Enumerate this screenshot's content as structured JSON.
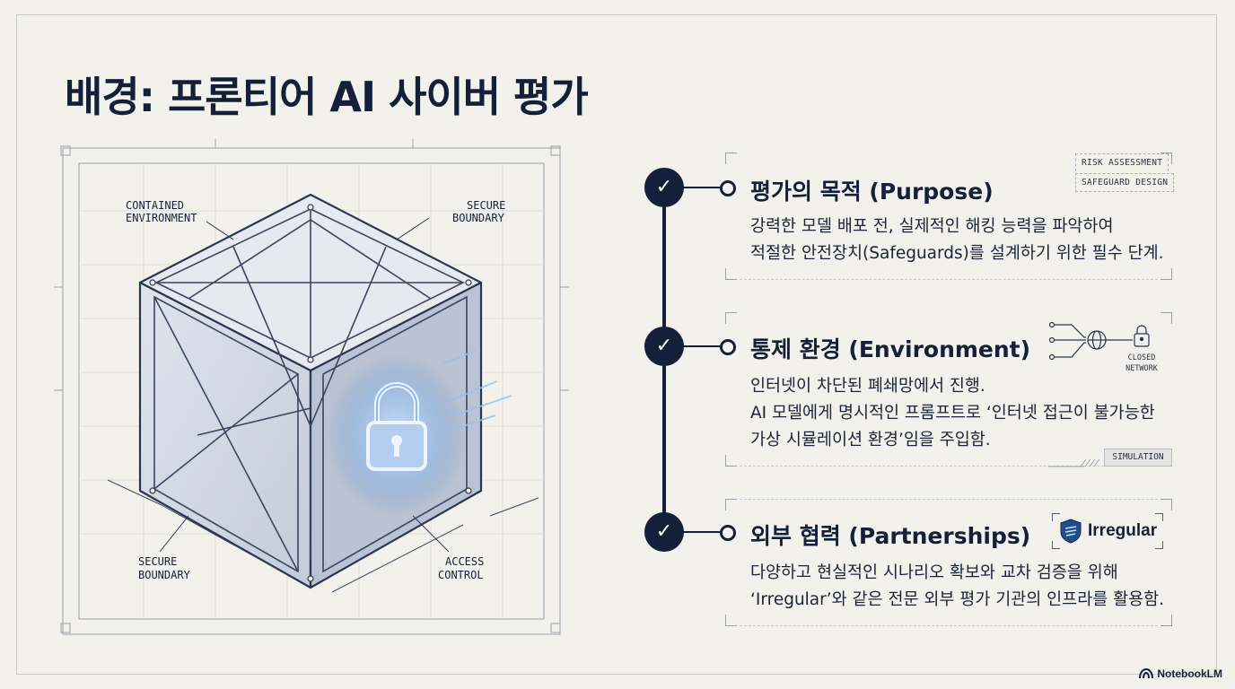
{
  "title": "배경: 프론티어 AI 사이버 평가",
  "illustration": {
    "labels": {
      "contained_line1": "CONTAINED",
      "contained_line2": "ENVIRONMENT",
      "secure_top_line1": "SECURE",
      "secure_top_line2": "BOUNDARY",
      "secure_bottom_line1": "SECURE",
      "secure_bottom_line2": "BOUNDARY",
      "access_line1": "ACCESS",
      "access_line2": "CONTROL"
    }
  },
  "items": [
    {
      "title": "평가의 목적 (Purpose)",
      "body_line1": "강력한 모델 배포 전, 실제적인 해킹 능력을 파악하여",
      "body_line2": "적절한 안전장치(Safeguards)를 설계하기 위한 필수 단계.",
      "tags": [
        "RISK ASSESSMENT",
        "SAFEGUARD DESIGN"
      ]
    },
    {
      "title": "통제 환경 (Environment)",
      "body_line1": "인터넷이 차단된 폐쇄망에서 진행.",
      "body_line2": "AI 모델에게 명시적인 프롬프트로 ‘인터넷 접근이 불가능한",
      "body_line3": "가상 시뮬레이션 환경’임을 주입함.",
      "network_label_line1": "CLOSED",
      "network_label_line2": "NETWORK",
      "sim_tag": "SIMULATION"
    },
    {
      "title": "외부 협력 (Partnerships)",
      "body_line1": "다양하고 현실적인 시나리오 확보와 교차 검증을 위해",
      "body_line2": "‘Irregular’와 같은 전문 외부 평가 기관의 인프라를 활용함.",
      "partner_logo": "Irregular"
    }
  ],
  "brand": "NotebookLM",
  "colors": {
    "navy": "#14203a",
    "background": "#f2f1ec",
    "lock_glow": "#7fb4ff"
  },
  "icons": {
    "check": "✓"
  }
}
